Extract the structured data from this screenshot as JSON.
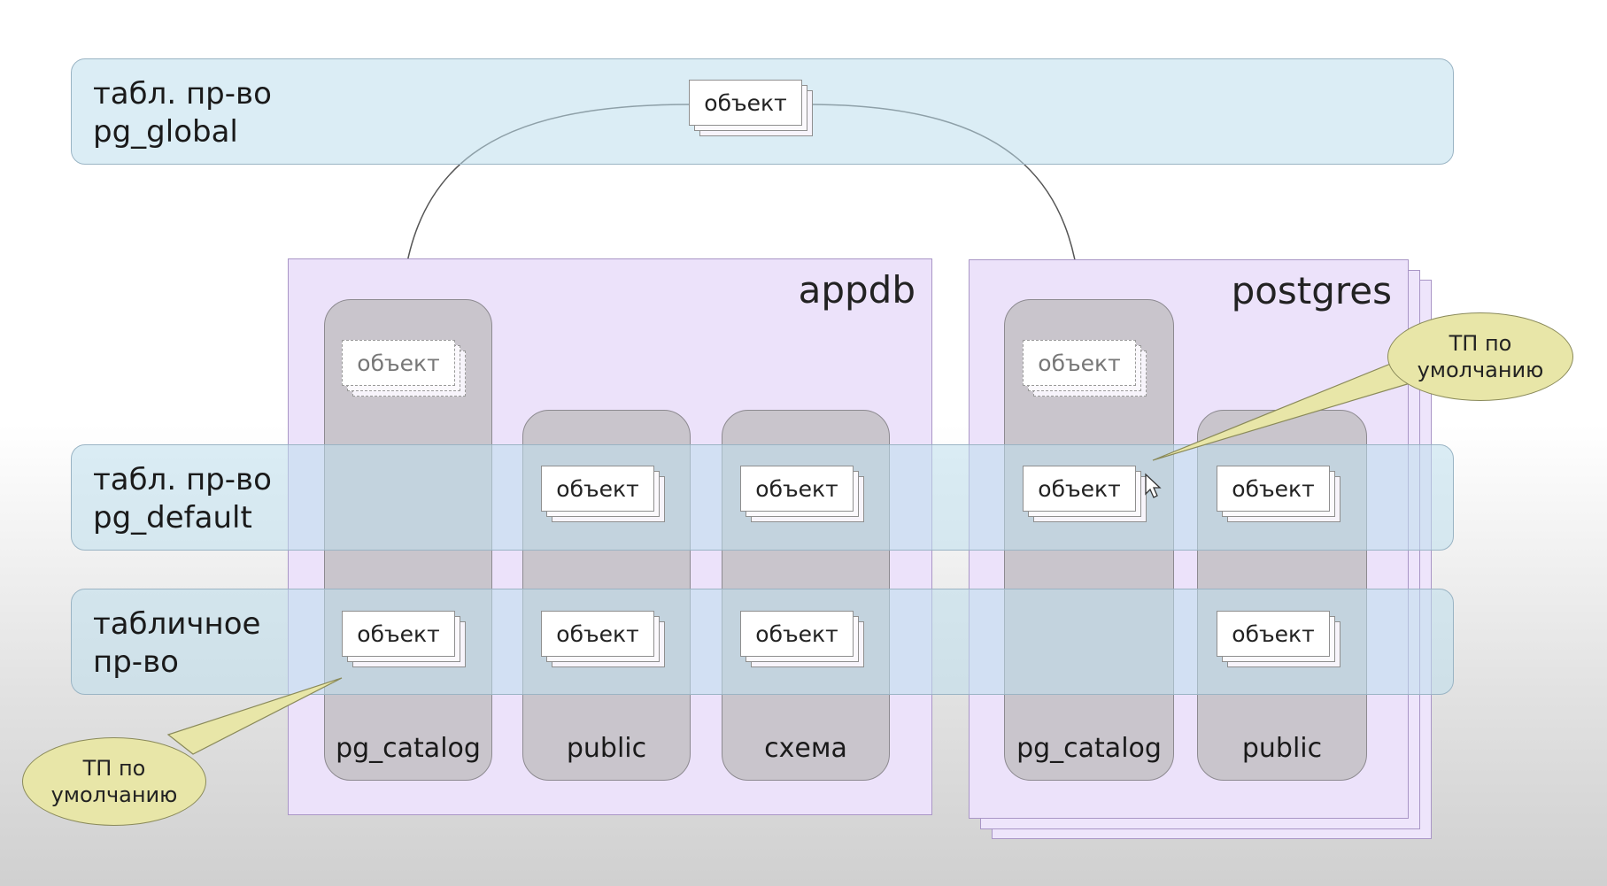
{
  "tablespaces": {
    "pg_global": "табл. пр-во\npg_global",
    "pg_default": "табл. пр-во\npg_default",
    "custom": "табличное\nпр-во"
  },
  "databases": {
    "appdb": {
      "name": "appdb",
      "schemas": [
        "pg_catalog",
        "public",
        "схема"
      ]
    },
    "postgres": {
      "name": "postgres",
      "schemas": [
        "pg_catalog",
        "public"
      ]
    }
  },
  "object_label": "объект",
  "callouts": {
    "default_ts_right": "ТП по\nумолчанию",
    "default_ts_left": "ТП по\nумолчанию"
  },
  "colors": {
    "tablespace_fill": "#bedeec",
    "database_fill": "#ece2fa",
    "schema_fill": "#c9c5cc",
    "callout_fill": "#e8e6a8"
  }
}
